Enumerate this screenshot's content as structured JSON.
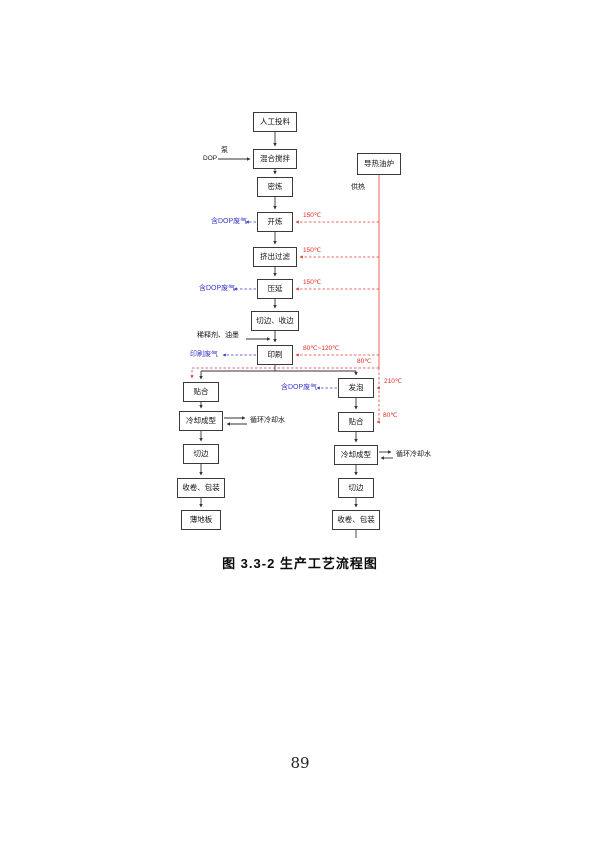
{
  "page": {
    "caption": "图 3.3-2  生产工艺流程图",
    "number": "89"
  },
  "colors": {
    "flow": "#333333",
    "heat": "#e23b33",
    "gas": "#3a3acc"
  },
  "flowchart": {
    "main_chain": [
      {
        "label": "人工投料"
      },
      {
        "label": "混合搅拌"
      },
      {
        "label": "密炼"
      },
      {
        "label": "开炼"
      },
      {
        "label": "挤出过滤"
      },
      {
        "label": "压延"
      },
      {
        "label": "切边、收边"
      },
      {
        "label": "印刷"
      }
    ],
    "left_branch": [
      {
        "label": "贴合"
      },
      {
        "label": "冷却成型"
      },
      {
        "label": "切边"
      },
      {
        "label": "收卷、包装"
      },
      {
        "label": "薄地板"
      }
    ],
    "right_branch": [
      {
        "label": "发泡"
      },
      {
        "label": "贴合"
      },
      {
        "label": "冷却成型"
      },
      {
        "label": "切边"
      },
      {
        "label": "收卷、包装"
      }
    ],
    "heating": {
      "furnace": "导热油炉",
      "supply": "供热",
      "temp_open_milling": "150℃",
      "temp_extrusion": "150℃",
      "temp_calendering": "150℃",
      "temp_printing": "80℃~120℃",
      "temp_laminating_left": "80℃",
      "temp_foaming": "210℃",
      "temp_laminating_right": "80℃"
    },
    "inputs": {
      "dop": "DOP",
      "pump": "泵",
      "diluent_ink": "稀释剂、油墨"
    },
    "emissions": {
      "dop_gas": "含DOP废气",
      "printing_gas": "印刷废气"
    },
    "cooling_water": "循环冷却水"
  }
}
